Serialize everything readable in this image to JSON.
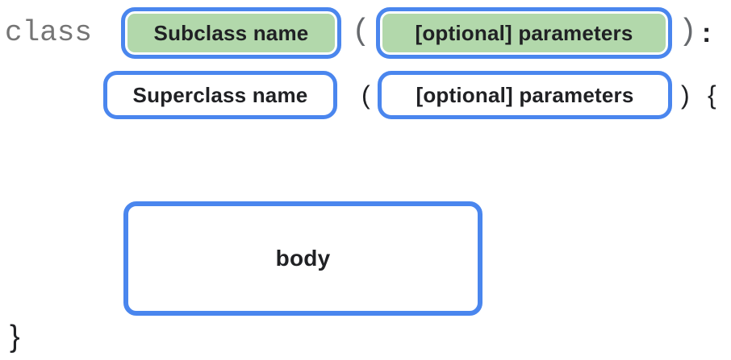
{
  "diagram": {
    "keyword": "class",
    "line1": {
      "subclass_box_label": "Subclass name",
      "open_paren": "(",
      "params_box_label": "[optional] parameters",
      "close_paren": ")",
      "colon": ":"
    },
    "line2": {
      "superclass_box_label": "Superclass name",
      "open_paren": "(",
      "params_box_label": "[optional] parameters",
      "close_paren": ")",
      "open_brace": "{"
    },
    "body_box_label": "body",
    "close_brace": "}"
  },
  "colors": {
    "box_border_blue": "#4a86ee",
    "box_fill_green": "#b2d8ab",
    "keyword_gray": "#757575",
    "punct_gray": "#66696d",
    "text_black": "#202124",
    "bg_white": "#ffffff"
  }
}
